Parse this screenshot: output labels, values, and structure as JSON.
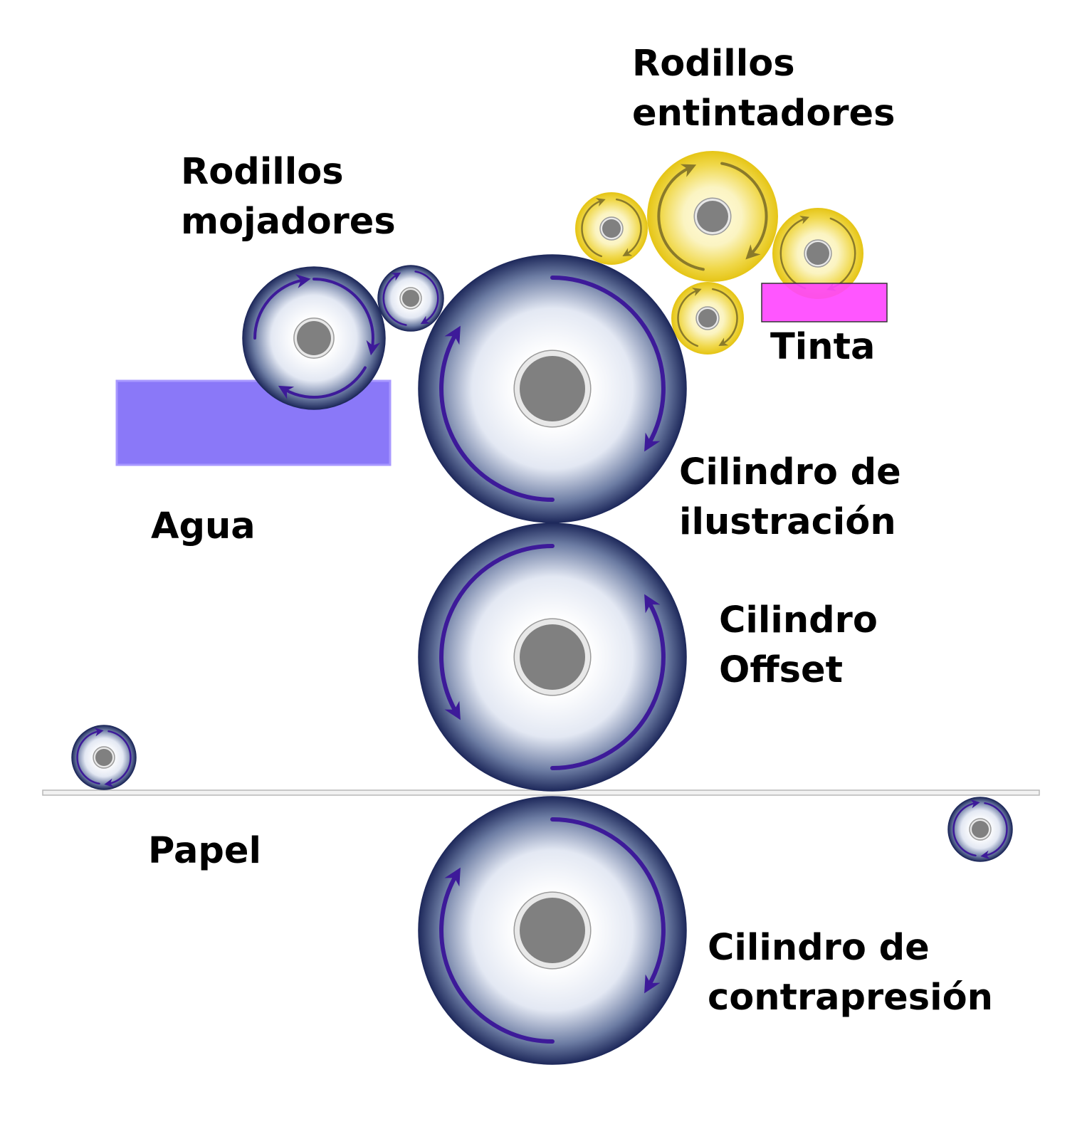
{
  "colors": {
    "roller_dark": "#1f2a5c",
    "roller_light": "#ffffff",
    "roller_core": "#c8e0ff",
    "hub_fill": "#808080",
    "hub_ring": "#e8e8e8",
    "arrow_roller": "#3d1a99",
    "ink_roller_outer": "#e6c619",
    "ink_roller_inner": "#fbf4c2",
    "arrow_ink": "#8a7a2a",
    "water": "#8471f8",
    "ink": "#ff44ff",
    "paper": "#f2f2f2"
  },
  "labels": {
    "dampening_rollers": [
      "Rodillos",
      "mojadores"
    ],
    "inking_rollers": [
      "Rodillos",
      "entintadores"
    ],
    "ink": "Tinta",
    "water": "Agua",
    "plate_cylinder": [
      "Cilindro de",
      "ilustración"
    ],
    "offset_cylinder": [
      "Cilindro",
      "Offset"
    ],
    "paper": "Papel",
    "impression_cylinder": [
      "Cilindro de",
      "contrapresión"
    ]
  }
}
